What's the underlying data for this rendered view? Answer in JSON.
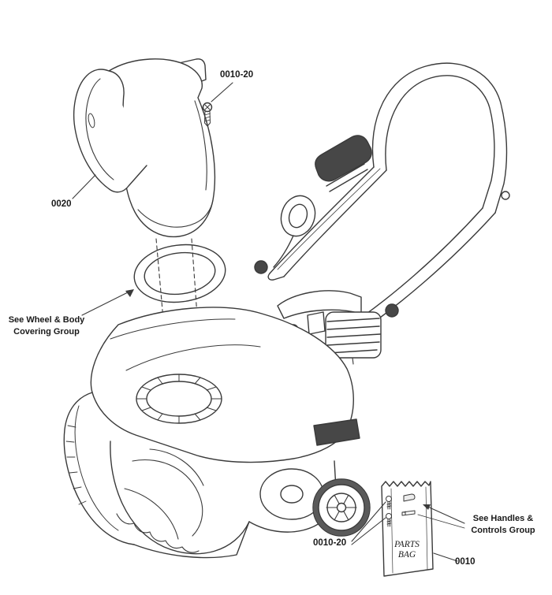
{
  "art": {
    "stroke": "#3a3a3a",
    "dark_fill": "#474747"
  },
  "labels": {
    "screw_top": "0010-20",
    "deflector": "0020",
    "wheel_body_note_1": "See Wheel & Body",
    "wheel_body_note_2": "Covering Group",
    "screw_bottom": "0010-20",
    "handles_note_1": "See Handles &",
    "handles_note_2": "Controls Group",
    "parts_bag_1": "PARTS",
    "parts_bag_2": "BAG",
    "bag": "0010"
  }
}
